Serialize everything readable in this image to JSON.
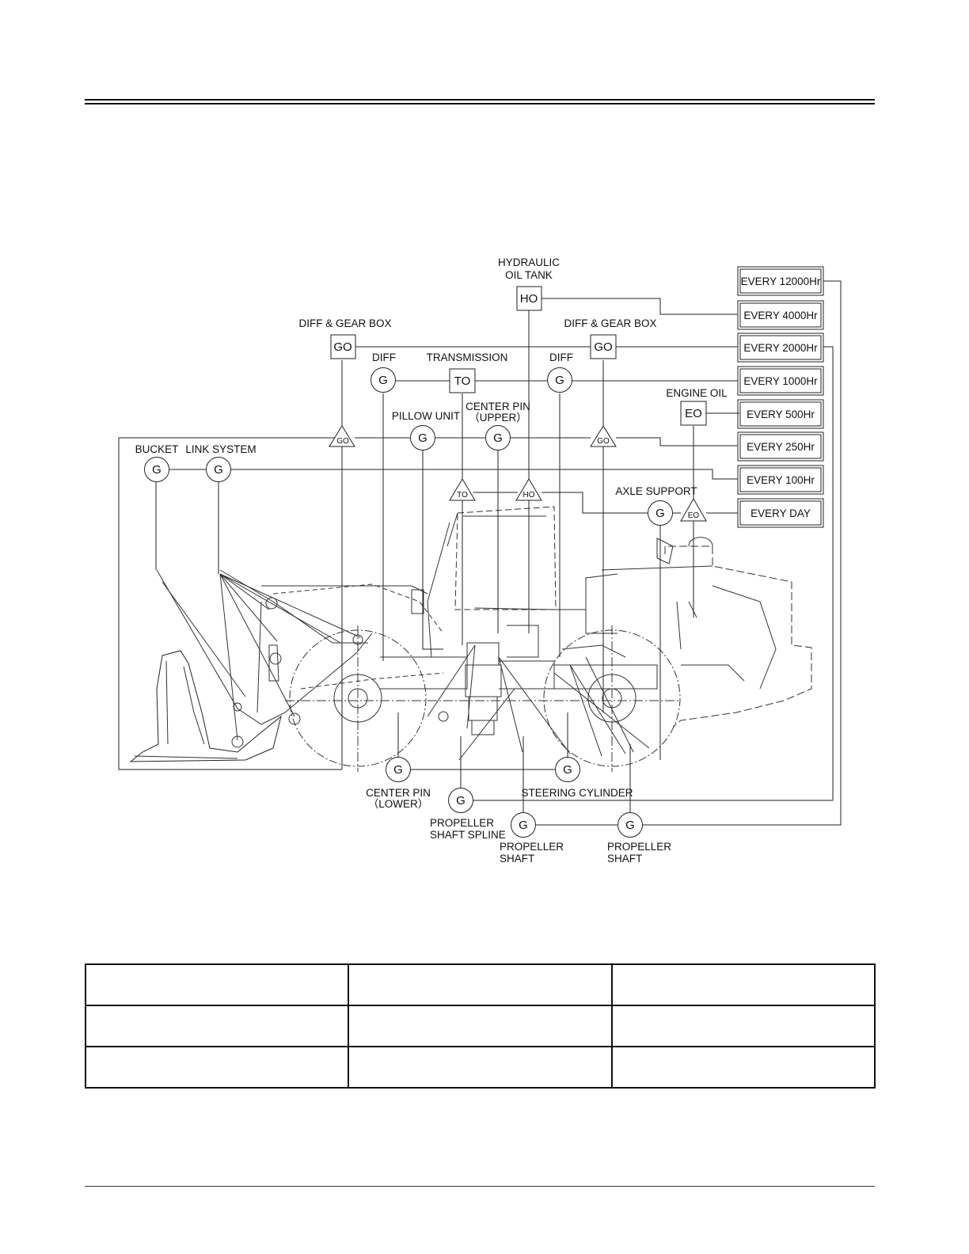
{
  "intervals": [
    {
      "id": "12000",
      "label": "EVERY 12000Hr"
    },
    {
      "id": "4000",
      "label": "EVERY 4000Hr"
    },
    {
      "id": "2000",
      "label": "EVERY 2000Hr"
    },
    {
      "id": "1000",
      "label": "EVERY 1000Hr"
    },
    {
      "id": "500",
      "label": "EVERY 500Hr"
    },
    {
      "id": "250",
      "label": "EVERY 250Hr"
    },
    {
      "id": "100",
      "label": "EVERY 100Hr"
    },
    {
      "id": "day",
      "label": "EVERY DAY"
    }
  ],
  "points": {
    "hydraulic_oil_tank": {
      "label_line1": "HYDRAULIC",
      "label_line2": "OIL TANK",
      "symbol": "HO"
    },
    "diff_gear_box_left": {
      "label": "DIFF & GEAR BOX",
      "symbol": "GO"
    },
    "diff_gear_box_right": {
      "label": "DIFF & GEAR BOX",
      "symbol": "GO"
    },
    "diff_left": {
      "label": "DIFF",
      "symbol": "G"
    },
    "transmission": {
      "label": "TRANSMISSION",
      "symbol": "TO"
    },
    "diff_right": {
      "label": "DIFF",
      "symbol": "G"
    },
    "engine_oil": {
      "label": "ENGINE OIL",
      "symbol": "EO"
    },
    "pillow_unit": {
      "label": "PILLOW UNIT",
      "symbol": "G"
    },
    "center_pin_upper": {
      "label_line1": "CENTER PIN",
      "label_line2": "（UPPER）",
      "symbol": "G"
    },
    "bucket": {
      "label": "BUCKET",
      "symbol": "G"
    },
    "link_system": {
      "label": "LINK SYSTEM",
      "symbol": "G"
    },
    "axle_support": {
      "label": "AXLE SUPPORT",
      "symbol": "G"
    },
    "center_pin_lower": {
      "label_line1": "CENTER PIN",
      "label_line2": "（LOWER）",
      "symbol": "G"
    },
    "steering_cylinder": {
      "label": "STEERING CYLINDER",
      "symbol": "G"
    },
    "propeller_shaft_spline": {
      "label_line1": "PROPELLER",
      "label_line2": "SHAFT SPLINE",
      "symbol": "G"
    },
    "propeller_shaft_left": {
      "label_line1": "PROPELLER",
      "label_line2": "SHAFT",
      "symbol": "G"
    },
    "propeller_shaft_right": {
      "label_line1": "PROPELLER",
      "label_line2": "SHAFT",
      "symbol": "G"
    }
  },
  "level_checks": {
    "go_left": "GO",
    "go_right": "GO",
    "to": "TO",
    "ho": "HO",
    "eo": "EO"
  }
}
